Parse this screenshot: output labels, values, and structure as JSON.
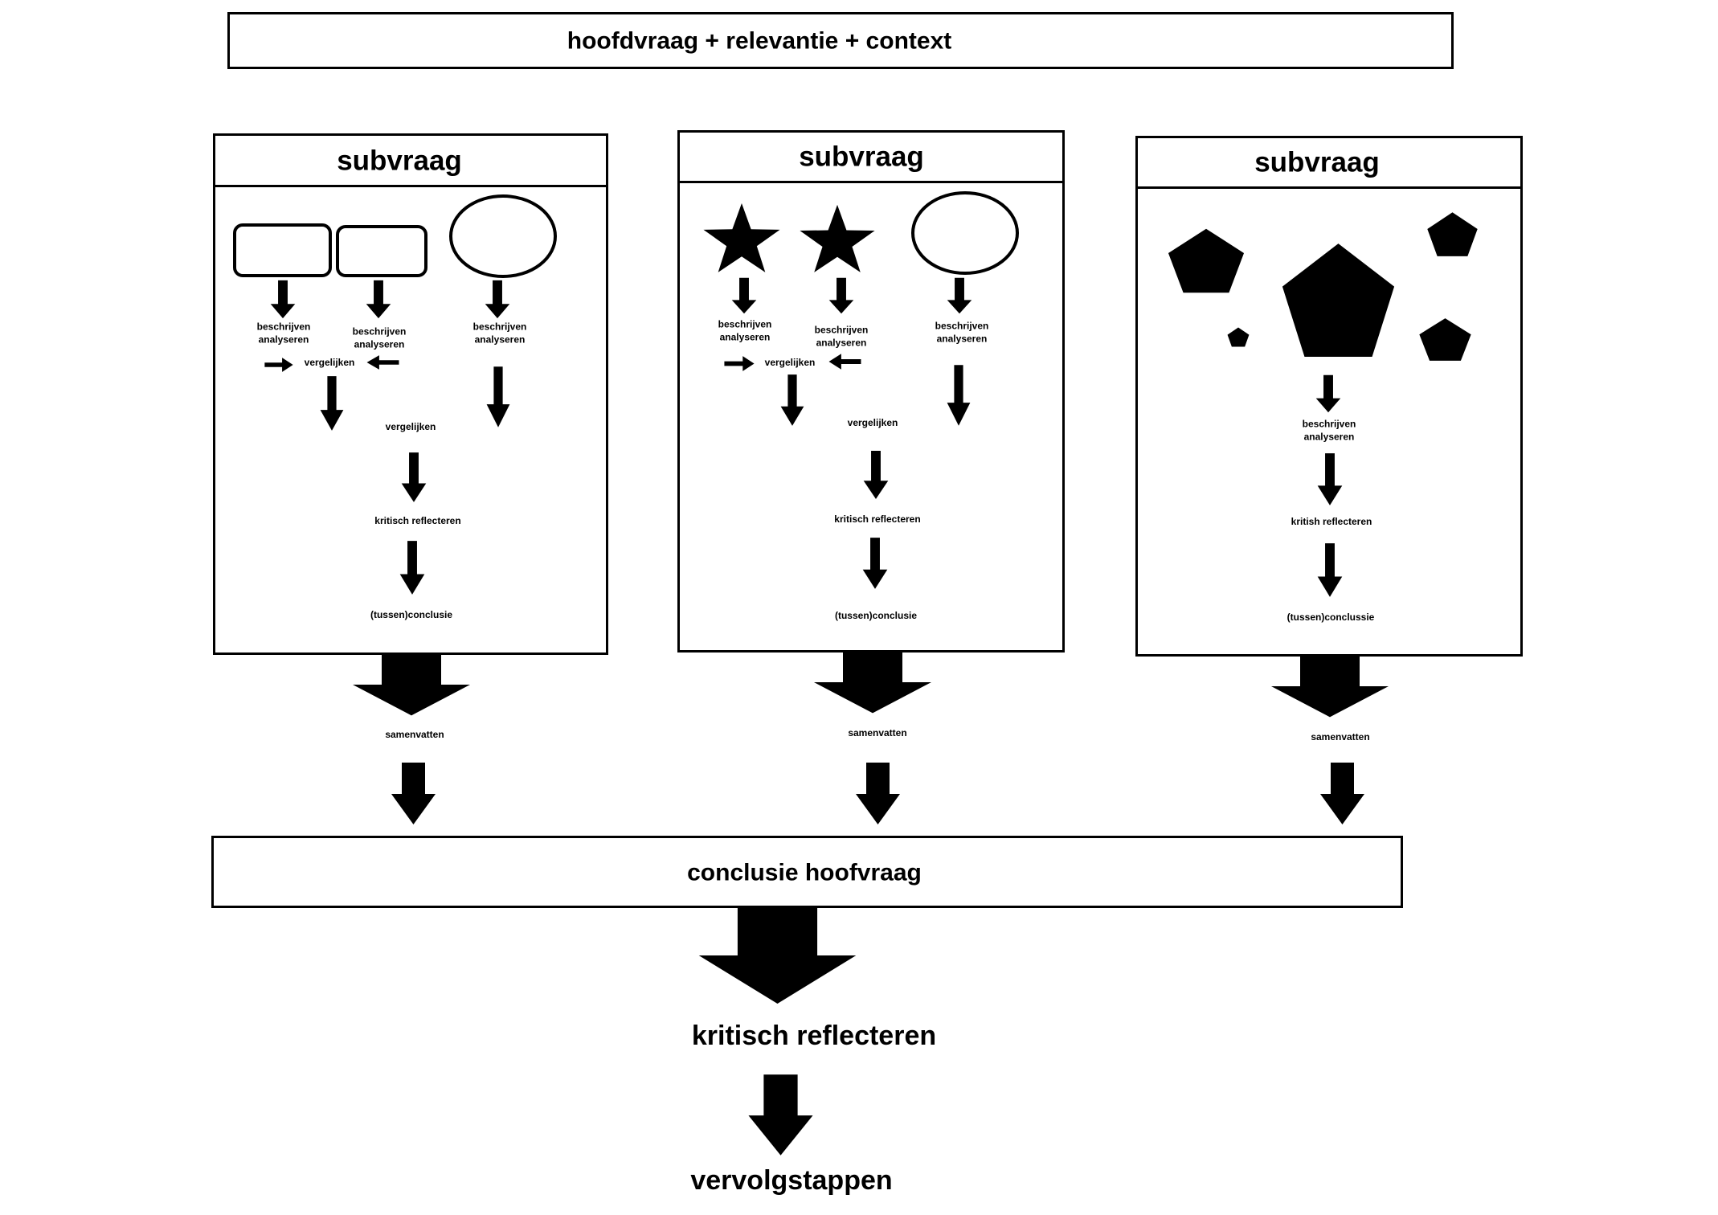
{
  "title": "hoofdvraag + relevantie + context",
  "columns": [
    {
      "header": "subvraag",
      "source_shapes": [
        "rounded-rect",
        "rounded-rect",
        "ellipse"
      ],
      "describe_labels": [
        "beschrijven\nanalyseren",
        "beschrijven\nanalyseren",
        "beschrijven\nanalyseren"
      ],
      "compare_small_label": "vergelijken",
      "compare_label": "vergelijken",
      "reflect_label": "kritisch reflecteren",
      "conclusion_label": "(tussen)conclusie",
      "summarize_label": "samenvatten"
    },
    {
      "header": "subvraag",
      "source_shapes": [
        "star",
        "star",
        "ellipse"
      ],
      "describe_labels": [
        "beschrijven\nanalyseren",
        "beschrijven\nanalyseren",
        "beschrijven\nanalyseren"
      ],
      "compare_small_label": "vergelijken",
      "compare_label": "vergelijken",
      "reflect_label": "kritisch reflecteren",
      "conclusion_label": "(tussen)conclusie",
      "summarize_label": "samenvatten"
    },
    {
      "header": "subvraag",
      "source_shapes": [
        "pentagon",
        "pentagon",
        "pentagon",
        "pentagon",
        "pentagon"
      ],
      "describe_labels": [
        "beschrijven\nanalyseren"
      ],
      "reflect_label": "kritish reflecteren",
      "conclusion_label": "(tussen)conclussie",
      "summarize_label": "samenvatten"
    }
  ],
  "conclusion_box_label": "conclusie hoofvraag",
  "final_reflect_label": "kritisch reflecteren",
  "next_steps_label": "vervolgstappen",
  "colors": {
    "ink": "#000000",
    "background": "#ffffff"
  }
}
